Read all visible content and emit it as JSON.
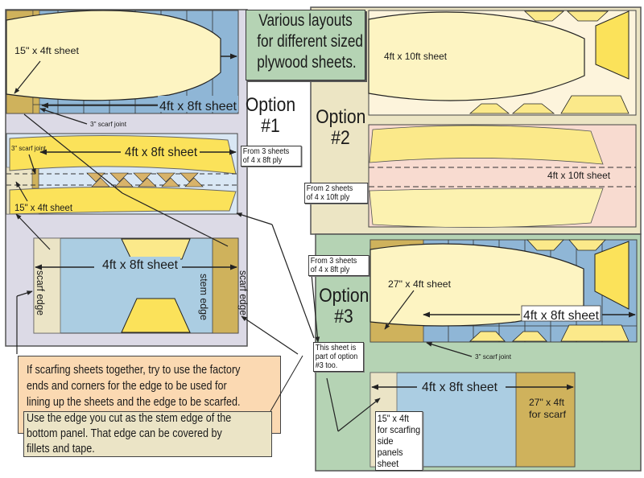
{
  "title": {
    "lines": [
      "Various layouts",
      "for different sized",
      "plywood sheets."
    ]
  },
  "options": {
    "opt1": {
      "label": "Option",
      "number": "#1"
    },
    "opt2": {
      "label": "Option",
      "number": "#2"
    },
    "opt3": {
      "label": "Option",
      "number": "#3"
    }
  },
  "option1": {
    "top_panel": {
      "small_sheet": "15\" x 4ft sheet",
      "main_sheet": "4ft x 8ft sheet",
      "joint": "3\" scarf joint"
    },
    "middle_panel": {
      "joint": "3\" scarf joint",
      "main_sheet": "4ft x 8ft sheet",
      "small_sheet": "15\" x 4ft sheet",
      "source_note": [
        "From 3 sheets",
        "of 4 x 8ft ply"
      ]
    },
    "bottom_panel": {
      "main_sheet": "4ft x 8ft sheet",
      "left_edge": "scarf edge",
      "stem_edge": "stem edge",
      "right_edge": "scarf edge"
    }
  },
  "option2": {
    "top_panel": {
      "sheet": "4ft x 10ft sheet"
    },
    "bottom_panel": {
      "sheet": "4ft x 10ft sheet",
      "source_note": [
        "From 2 sheets",
        "of 4 x 10ft ply"
      ]
    }
  },
  "option3": {
    "top_panel": {
      "small_sheet": "27\" x 4ft sheet",
      "main_sheet": "4ft x 8ft sheet",
      "joint": "3\" scarf joint",
      "source_note": [
        "From 3 sheets",
        "of 4 x 8ft ply"
      ]
    },
    "part_note": [
      "This sheet is",
      "part of option",
      "#3 too."
    ],
    "bottom_panel": {
      "main_sheet": "4ft x 8ft sheet",
      "right_piece": [
        "27\" x 4ft",
        "for scarf"
      ],
      "left_piece": [
        "15\" x 4ft",
        "for scarfing",
        "side panels",
        "sheet"
      ]
    }
  },
  "note": {
    "lines": [
      "If scarfing sheets together, try to use the factory",
      "ends and corners for the edge to be used for",
      "lining up the sheets and the edge to be scarfed."
    ],
    "inner_lines": [
      "Use the edge you cut as the stem edge of the",
      "bottom panel. That edge can be covered by",
      "fillets and tape."
    ]
  },
  "colors": {
    "option1_bg": "#dcdae6",
    "option2_bg": "#ece5c4",
    "option3_bg": "#b5d3b4",
    "plywood_blue": "#8fb6d6",
    "panel_cream": "#fdf4c2",
    "panel_yellow": "#fbe25a",
    "scarf_tan": "#cfb25c",
    "pink_sheet": "#f8dbd0"
  }
}
